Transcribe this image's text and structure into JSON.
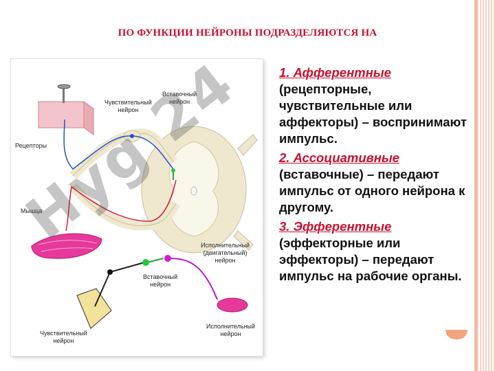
{
  "title": "ПО ФУНКЦИИ НЕЙРОНЫ ПОДРАЗДЕЛЯЮТСЯ НА",
  "figure": {
    "labels": {
      "receptors": "Рецепторы",
      "sensory_top_1": "Чувствительный",
      "sensory_top_2": "нейрон",
      "inter_top_1": "Вставочный",
      "inter_top_2": "нейрон",
      "muscle": "Мышца",
      "motor_1": "Исполнительный",
      "motor_2": "(двигательный)",
      "motor_3": "нейрон",
      "inter_bottom_1": "Вставочный",
      "inter_bottom_2": "нейрон",
      "sensory_bottom_1": "Чувствительный",
      "sensory_bottom_2": "нейрон",
      "effector_1": "Исполнительный",
      "effector_2": "нейрон"
    }
  },
  "list": {
    "item1_term": "1. Афферентные",
    "item1_text": " (рецепторные, чувствительные или аффекторы) – воспринимают импульс.",
    "item2_term": "2. Ассоциативные",
    "item2_text": " (вставочные) – передают импульс от одного нейрона к другому.",
    "item3_term": "3. Эфферентные",
    "item3_text": " (эффекторные или эффекторы) – передают импульс на рабочие органы."
  },
  "watermark": "Hyg 24",
  "colors": {
    "title": "#c8102e",
    "term": "#c8102e",
    "text": "#111111"
  }
}
